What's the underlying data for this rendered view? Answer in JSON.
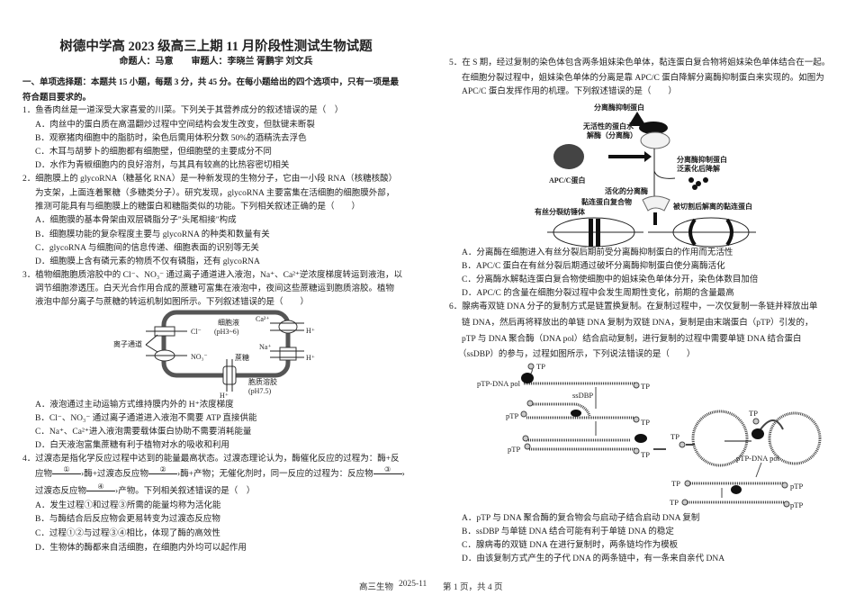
{
  "header": {
    "title": "树德中学高 2023 级高三上期 11 月阶段性测试生物试题",
    "authors": "命题人：马意　　审题人：李晓兰 胥鹏宇 刘文兵"
  },
  "section": [
    "一、单项选择题：本题共 15 小题，每题 3 分，共 45 分。在每小题给出的四个选项中，只有一项是最",
    "符合题目要求的。"
  ],
  "q1": {
    "stem": [
      "1．鱼香肉丝是一道深受大家喜爱的川菜。下列关于其营养成分的叙述错误的是（　）"
    ],
    "options": [
      "A．肉丝中的蛋白质在高温翻炒过程中空间结构会发生改变，但肽键未断裂",
      "B．观察猪肉细胞中的脂肪时，染色后需用体积分数 50%的酒精洗去浮色",
      "C．木耳与胡萝卜的细胞都有细胞壁，但细胞壁的主要成分不同",
      "D．水作为青椒细胞内的良好溶剂，与其具有较高的比热容密切相关"
    ]
  },
  "q2": {
    "stem": [
      "2．细胞膜上的 glycoRNA（糖基化 RNA）是一种新发现的生物分子，它由一小段 RNA（核糖核酸）",
      "为支架，上面连着聚糖（多糖类分子）。研究发现，glycoRNA 主要富集在活细胞的细胞膜外部，",
      "推测可能具有与细胞膜上的糖蛋白和糖脂类似的功能。下列相关叙述正确的是（　　）"
    ],
    "options": [
      "A．细胞膜的基本骨架由双层磷脂分子\"头尾相接\"构成",
      "B．细胞膜功能的复杂程度主要与 glycoRNA 的种类和数量有关",
      "C．glycoRNA 与细胞间的信息传递、细胞表面的识别等无关",
      "D．细胞膜上含有磷元素的物质不仅有磷脂，还有 glycoRNA"
    ]
  },
  "q3": {
    "stem": [
      "3．植物细胞胞质溶胶中的 Cl⁻、NO₃⁻ 通过离子通道进入液泡，Na⁺、Ca²⁺逆浓度梯度转运到液泡，以",
      "调节细胞渗透压。白天光合作用合成的蔗糖可富集在液泡中，夜间这些蔗糖运到胞质溶胶。植物",
      "液泡中部分离子与蔗糖的转运机制如图所示。下列叙述错误的是（　　）"
    ],
    "figure": {
      "vacuole": "细胞液",
      "vacuole_ph": "(pH3~6)",
      "channel": "离子通道",
      "cl": "Cl⁻",
      "no3": "NO₃⁻",
      "ca": "Ca²⁺",
      "na": "Na⁺",
      "h": "H⁺",
      "sucrose": "蔗糖",
      "cytosol": "胞质溶胶",
      "cytosol_ph": "(pH7.5)"
    },
    "options": [
      "A．液泡通过主动运输方式维持膜内外的 H⁺浓度梯度",
      "B．Cl⁻、NO₃⁻ 通过离子通道进入液泡不需要 ATP 直接供能",
      "C．Na⁺、Ca²⁺进入液泡需要载体蛋白协助不需要消耗能量",
      "D．白天液泡富集蔗糖有利于植物对水的吸收和利用"
    ]
  },
  "q4": {
    "line1": "4．过渡态是指化学反应过程中达到的能量最高状态。过渡态理论认为，酶催化反应的过程为：酶+反",
    "line2": [
      "应物",
      "酶+过渡态反应物",
      "酶+产物；无催化剂时，同一反应的过程为：反应物"
    ],
    "line3": [
      "过渡态反应物",
      "产物。下列相关叙述错误的是（　）"
    ],
    "steps": [
      "①",
      "②",
      "③",
      "④"
    ],
    "options": [
      "A．发生过程①和过程③所需的能量均称为活化能",
      "B．与酶结合后反应物会更易转变为过渡态反应物",
      "C．过程①②与过程③④相比，体现了酶的高效性",
      "D．生物体的酶都来自活细胞，在细胞内外均可以起作用"
    ]
  },
  "q5": {
    "stem": [
      "5．在 S 期，经过复制的染色体包含两条姐妹染色单体，黏连蛋白复合物将姐妹染色单体结合在一起。",
      "在细胞分裂过程中，姐妹染色单体的分离是靠 APC/C 蛋白降解分离酶抑制蛋白来实现的。如图为",
      "APC/C 蛋白发挥作用的机理。下列叙述错误的是（　　）"
    ],
    "figure": {
      "inhibitor": "分离酶抑制蛋白",
      "inactive1": "无活性的蛋白水",
      "inactive2": "解酶（分离酶）",
      "apc": "APC/C蛋白",
      "degraded1": "分离酶抑制蛋白",
      "degraded2": "泛素化后降解",
      "active": "活化的分离酶",
      "cohesin": "黏连蛋白复合物",
      "spindle": "有丝分裂纺锤体",
      "cleaved": "被切割后解离的黏连蛋白"
    },
    "options": [
      "A．分离酶在细胞进入有丝分裂后期前受分离酶抑制蛋白的作用而无活性",
      "B．APC/C 蛋白在有丝分裂后期通过破坏分离酶抑制蛋白使分离酶活化",
      "C．分离酶水解黏连蛋白复合物使细胞中的姐妹染色单体分开，染色体数目加倍",
      "D．APC/C 的含量在细胞分裂过程中会发生周期性变化，前期的含量最高"
    ]
  },
  "q6": {
    "stem": [
      "6．腺病毒双链 DNA 分子的复制方式是链置换复制。在复制过程中，一次仅复制一条链并释放出单",
      "链 DNA，然后再将释放出的单链 DNA 复制为双链 DNA，复制是由末端蛋白（pTP）引发的，",
      "pTP 与 DNA 聚合酶（DNA pol）结合启动复制，进行复制的过程中需要单链 DNA 结合蛋白",
      "（ssDBP）的参与，过程如图所示，下列说法错误的是（　　）"
    ],
    "figure": {
      "tp": "TP",
      "ptp": "pTP",
      "ptp_pol": "pTP-DNA pol",
      "ssdbp": "ssDBP"
    },
    "options": [
      "A．pTP 与 DNA 聚合酶的复合物会与启动子结合启动 DNA 复制",
      "B．ssDBP 与单链 DNA 结合可能有利于单链 DNA 的稳定",
      "C．腺病毒的双链 DNA 在进行复制时，两条链均作为模板",
      "D．由该复制方式产生的子代 DNA 的两条链中，有一条来自亲代 DNA"
    ]
  },
  "footer": {
    "subject": "高三生物",
    "date": "2025-11",
    "page": "第 1 页，共 4 页"
  }
}
